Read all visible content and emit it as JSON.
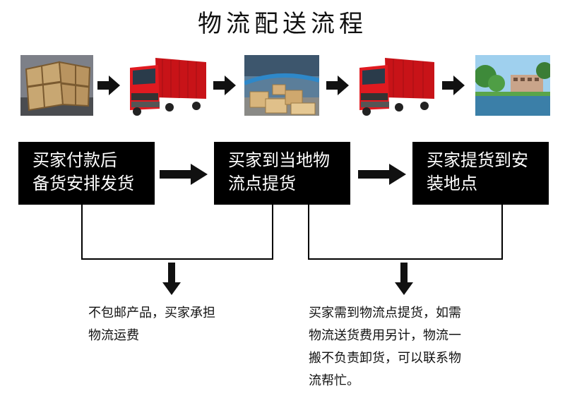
{
  "title": "物流配送流程",
  "photos": [
    {
      "icon": "wooden-crates-photo"
    },
    {
      "icon": "red-truck-photo"
    },
    {
      "icon": "warehouse-boxes-photo"
    },
    {
      "icon": "red-truck-photo"
    },
    {
      "icon": "garden-building-photo"
    }
  ],
  "steps": [
    {
      "line1": "买家付款后",
      "line2": "备货安排发货"
    },
    {
      "line1": "买家到当地物",
      "line2": "流点提货"
    },
    {
      "line1": "买家提货到安",
      "line2": "装地点"
    }
  ],
  "notes": {
    "left": {
      "line1": "不包邮产品，买家承担",
      "line2": "物流运费"
    },
    "right": {
      "line1": "买家需到物流点提货，如需",
      "line2": "物流送货费用另计，物流一",
      "line3": "搬不负责卸货，可以联系物",
      "line4": "流帮忙。"
    }
  },
  "colors": {
    "box": "#000000",
    "truck": "#d9151b",
    "text": "#111111"
  }
}
